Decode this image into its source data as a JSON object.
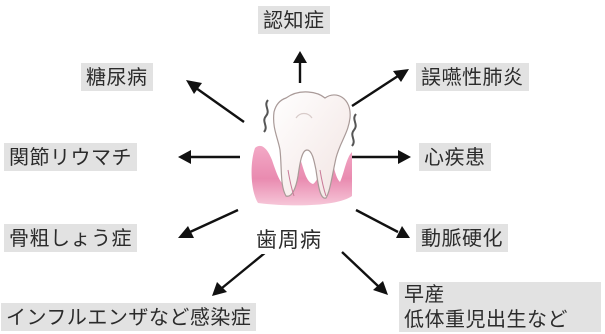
{
  "center": {
    "label": "歯周病"
  },
  "diseases": {
    "dementia": "認知症",
    "diabetes": "糖尿病",
    "pneumonia": "誤嚥性肺炎",
    "rheumatism": "関節リウマチ",
    "heart": "心疾患",
    "osteoporosis": "骨粗しょう症",
    "arteriosclerosis": "動脈硬化",
    "infection": "インフルエンザなど感染症",
    "premature_line1": "早産",
    "premature_line2": "低体重児出生など"
  },
  "colors": {
    "gum": "#e98bb0",
    "tooth": "#fbf3f1",
    "label_bg": "#e2e2e2",
    "arrow": "#111111"
  }
}
